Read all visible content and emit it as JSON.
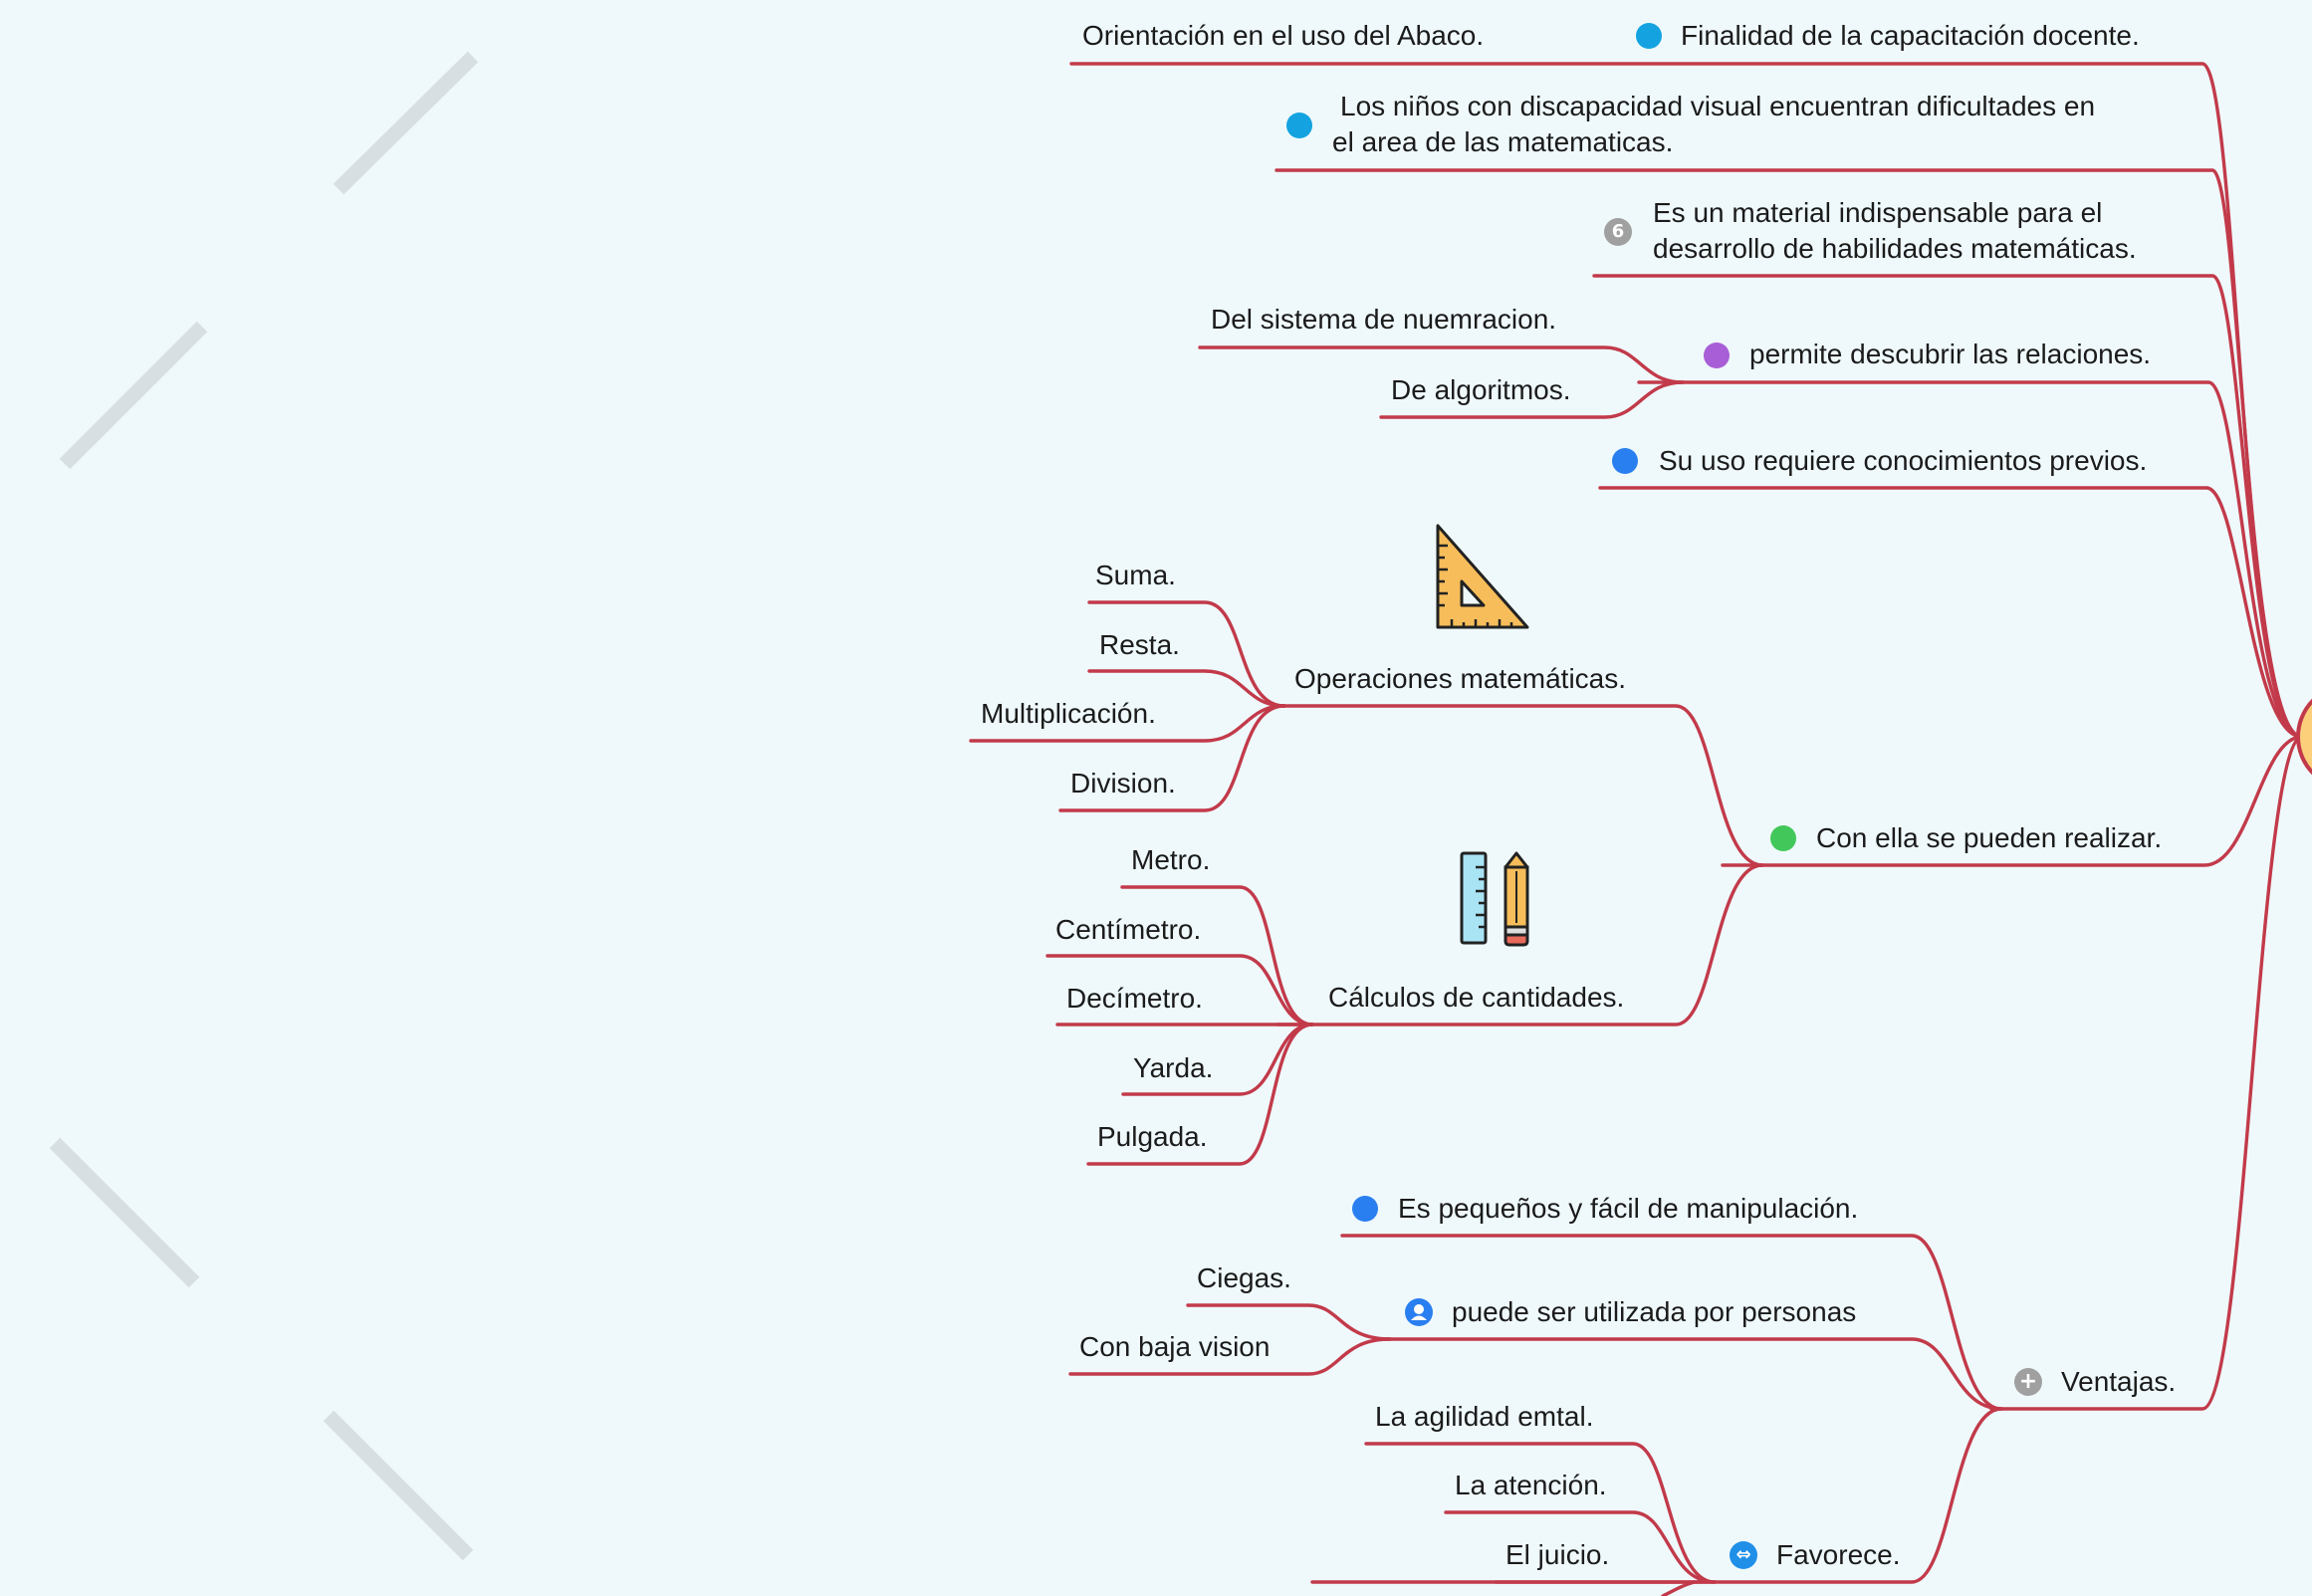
{
  "colors": {
    "background": "#eff9fc",
    "branch": "#c23a4a",
    "decor": "#d7dee2",
    "central": "#fcd07a"
  },
  "nodes": {
    "finalidad": "Finalidad de la capacitación docente.",
    "orientacion": "Orientación en el uso del Abaco.",
    "ninos_line1": "Los niños con discapacidad visual encuentran dificultades en",
    "ninos_line2": "el area de las matematicas.",
    "material_line1": "Es un material indispensable para el",
    "material_line2": "desarrollo de habilidades matemáticas.",
    "permite": "permite descubrir las relaciones.",
    "sistema": "Del sistema de nuemracion.",
    "algoritmos": "De algoritmos.",
    "uso": "Su uso requiere conocimientos previos.",
    "realizar": "Con ella se pueden realizar.",
    "operaciones": "Operaciones matemáticas.",
    "suma": "Suma.",
    "resta": "Resta.",
    "multiplicacion": "Multiplicación.",
    "division": "Division.",
    "calculos": "Cálculos de cantidades.",
    "metro": "Metro.",
    "centimetro": "Centímetro.",
    "decimetro": "Decímetro.",
    "yarda": "Yarda.",
    "pulgada": "Pulgada.",
    "ventajas": "Ventajas.",
    "pequenos": "Es pequeños y fácil de manipulación.",
    "utilizada": "puede ser utilizada por personas",
    "ciegas": "Ciegas.",
    "baja_vision": "Con baja vision",
    "favorece": "Favorece.",
    "agilidad": "La agilidad emtal.",
    "atencion": "La atención.",
    "juicio": "El juicio."
  },
  "markers": {
    "finalidad": {
      "icon": "dot-icon",
      "color": "#14a3e0"
    },
    "ninos": {
      "icon": "dot-icon",
      "color": "#14a3e0"
    },
    "material": {
      "icon": "number-6-icon",
      "color": "#a0a0a0",
      "text": "6"
    },
    "permite": {
      "icon": "dot-icon",
      "color": "#a85ed6"
    },
    "uso": {
      "icon": "dot-icon",
      "color": "#2a7ff0"
    },
    "realizar": {
      "icon": "dot-icon",
      "color": "#42c85a"
    },
    "pequenos": {
      "icon": "dot-icon",
      "color": "#2a7ff0"
    },
    "utilizada": {
      "icon": "person-icon",
      "color": "#2a7ff0"
    },
    "ventajas": {
      "icon": "plus-icon",
      "color": "#a0a0a0",
      "text": "+"
    },
    "favorece": {
      "icon": "arrows-icon",
      "color": "#1f8fe8",
      "text": "⇔"
    }
  }
}
